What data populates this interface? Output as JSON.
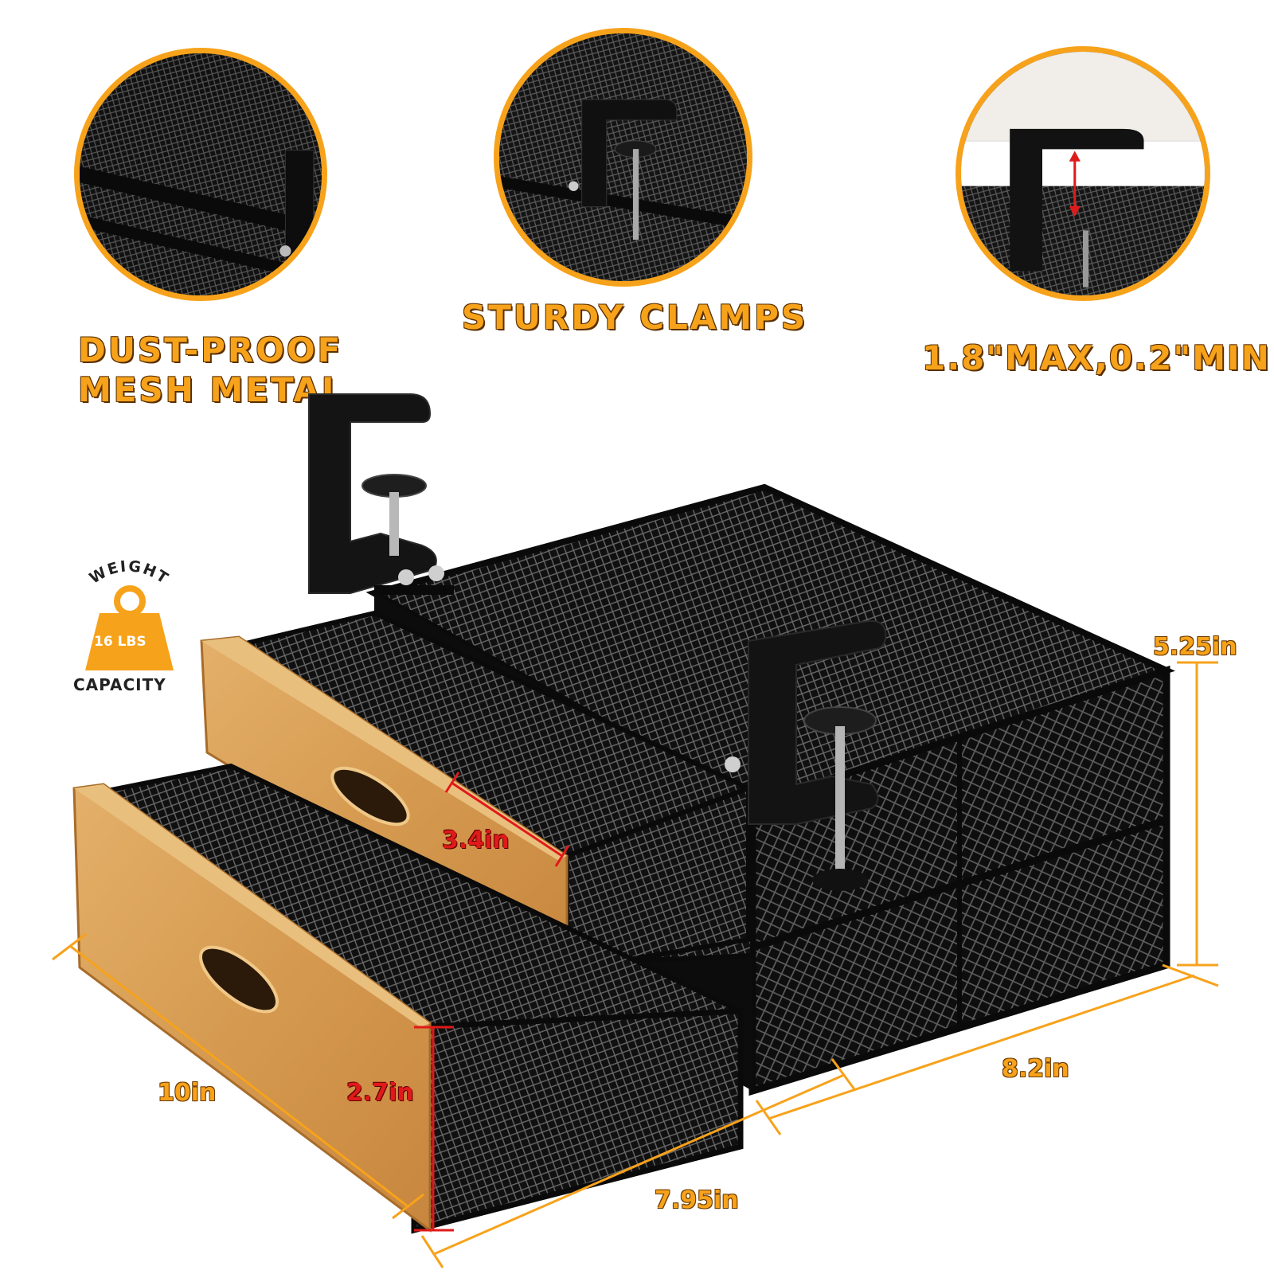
{
  "features": {
    "mesh": {
      "line1": "DUST-PROOF",
      "line2": "MESH METAL"
    },
    "clamps": {
      "label": "STURDY CLAMPS"
    },
    "range": {
      "label": "1.8\"MAX,0.2\"MIN"
    }
  },
  "weight_badge": {
    "top_label": "WEIGHT",
    "value": "16 LBS",
    "bottom_label": "CAPACITY"
  },
  "dimensions": {
    "height_total": "5.25in",
    "drawer_top_height": "3.4in",
    "drawer_bottom_height": "2.7in",
    "depth": "10in",
    "drawer_width": "7.95in",
    "total_width": "8.2in"
  },
  "colors": {
    "accent_orange": "#f7a21b",
    "dimension_red": "#e01a1a",
    "metal_black": "#1a1a1a",
    "bamboo": "#d9a35a"
  }
}
